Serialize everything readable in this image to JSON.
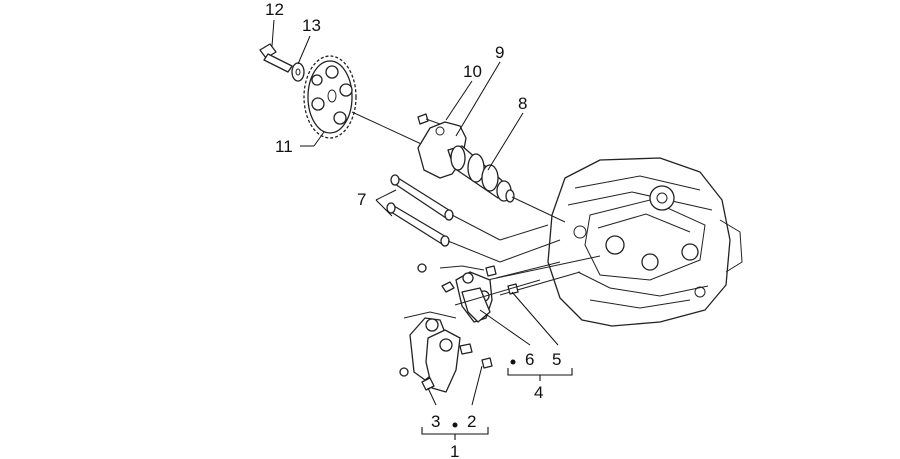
{
  "diagram": {
    "background_color": "#ffffff",
    "line_color": "#222222",
    "callouts": {
      "c1": "1",
      "c2": "2",
      "c3": "3",
      "c4": "4",
      "c5": "5",
      "c6": "6",
      "c7": "7",
      "c8": "8",
      "c9": "9",
      "c10": "10",
      "c11": "11",
      "c12": "12",
      "c13": "13"
    }
  }
}
